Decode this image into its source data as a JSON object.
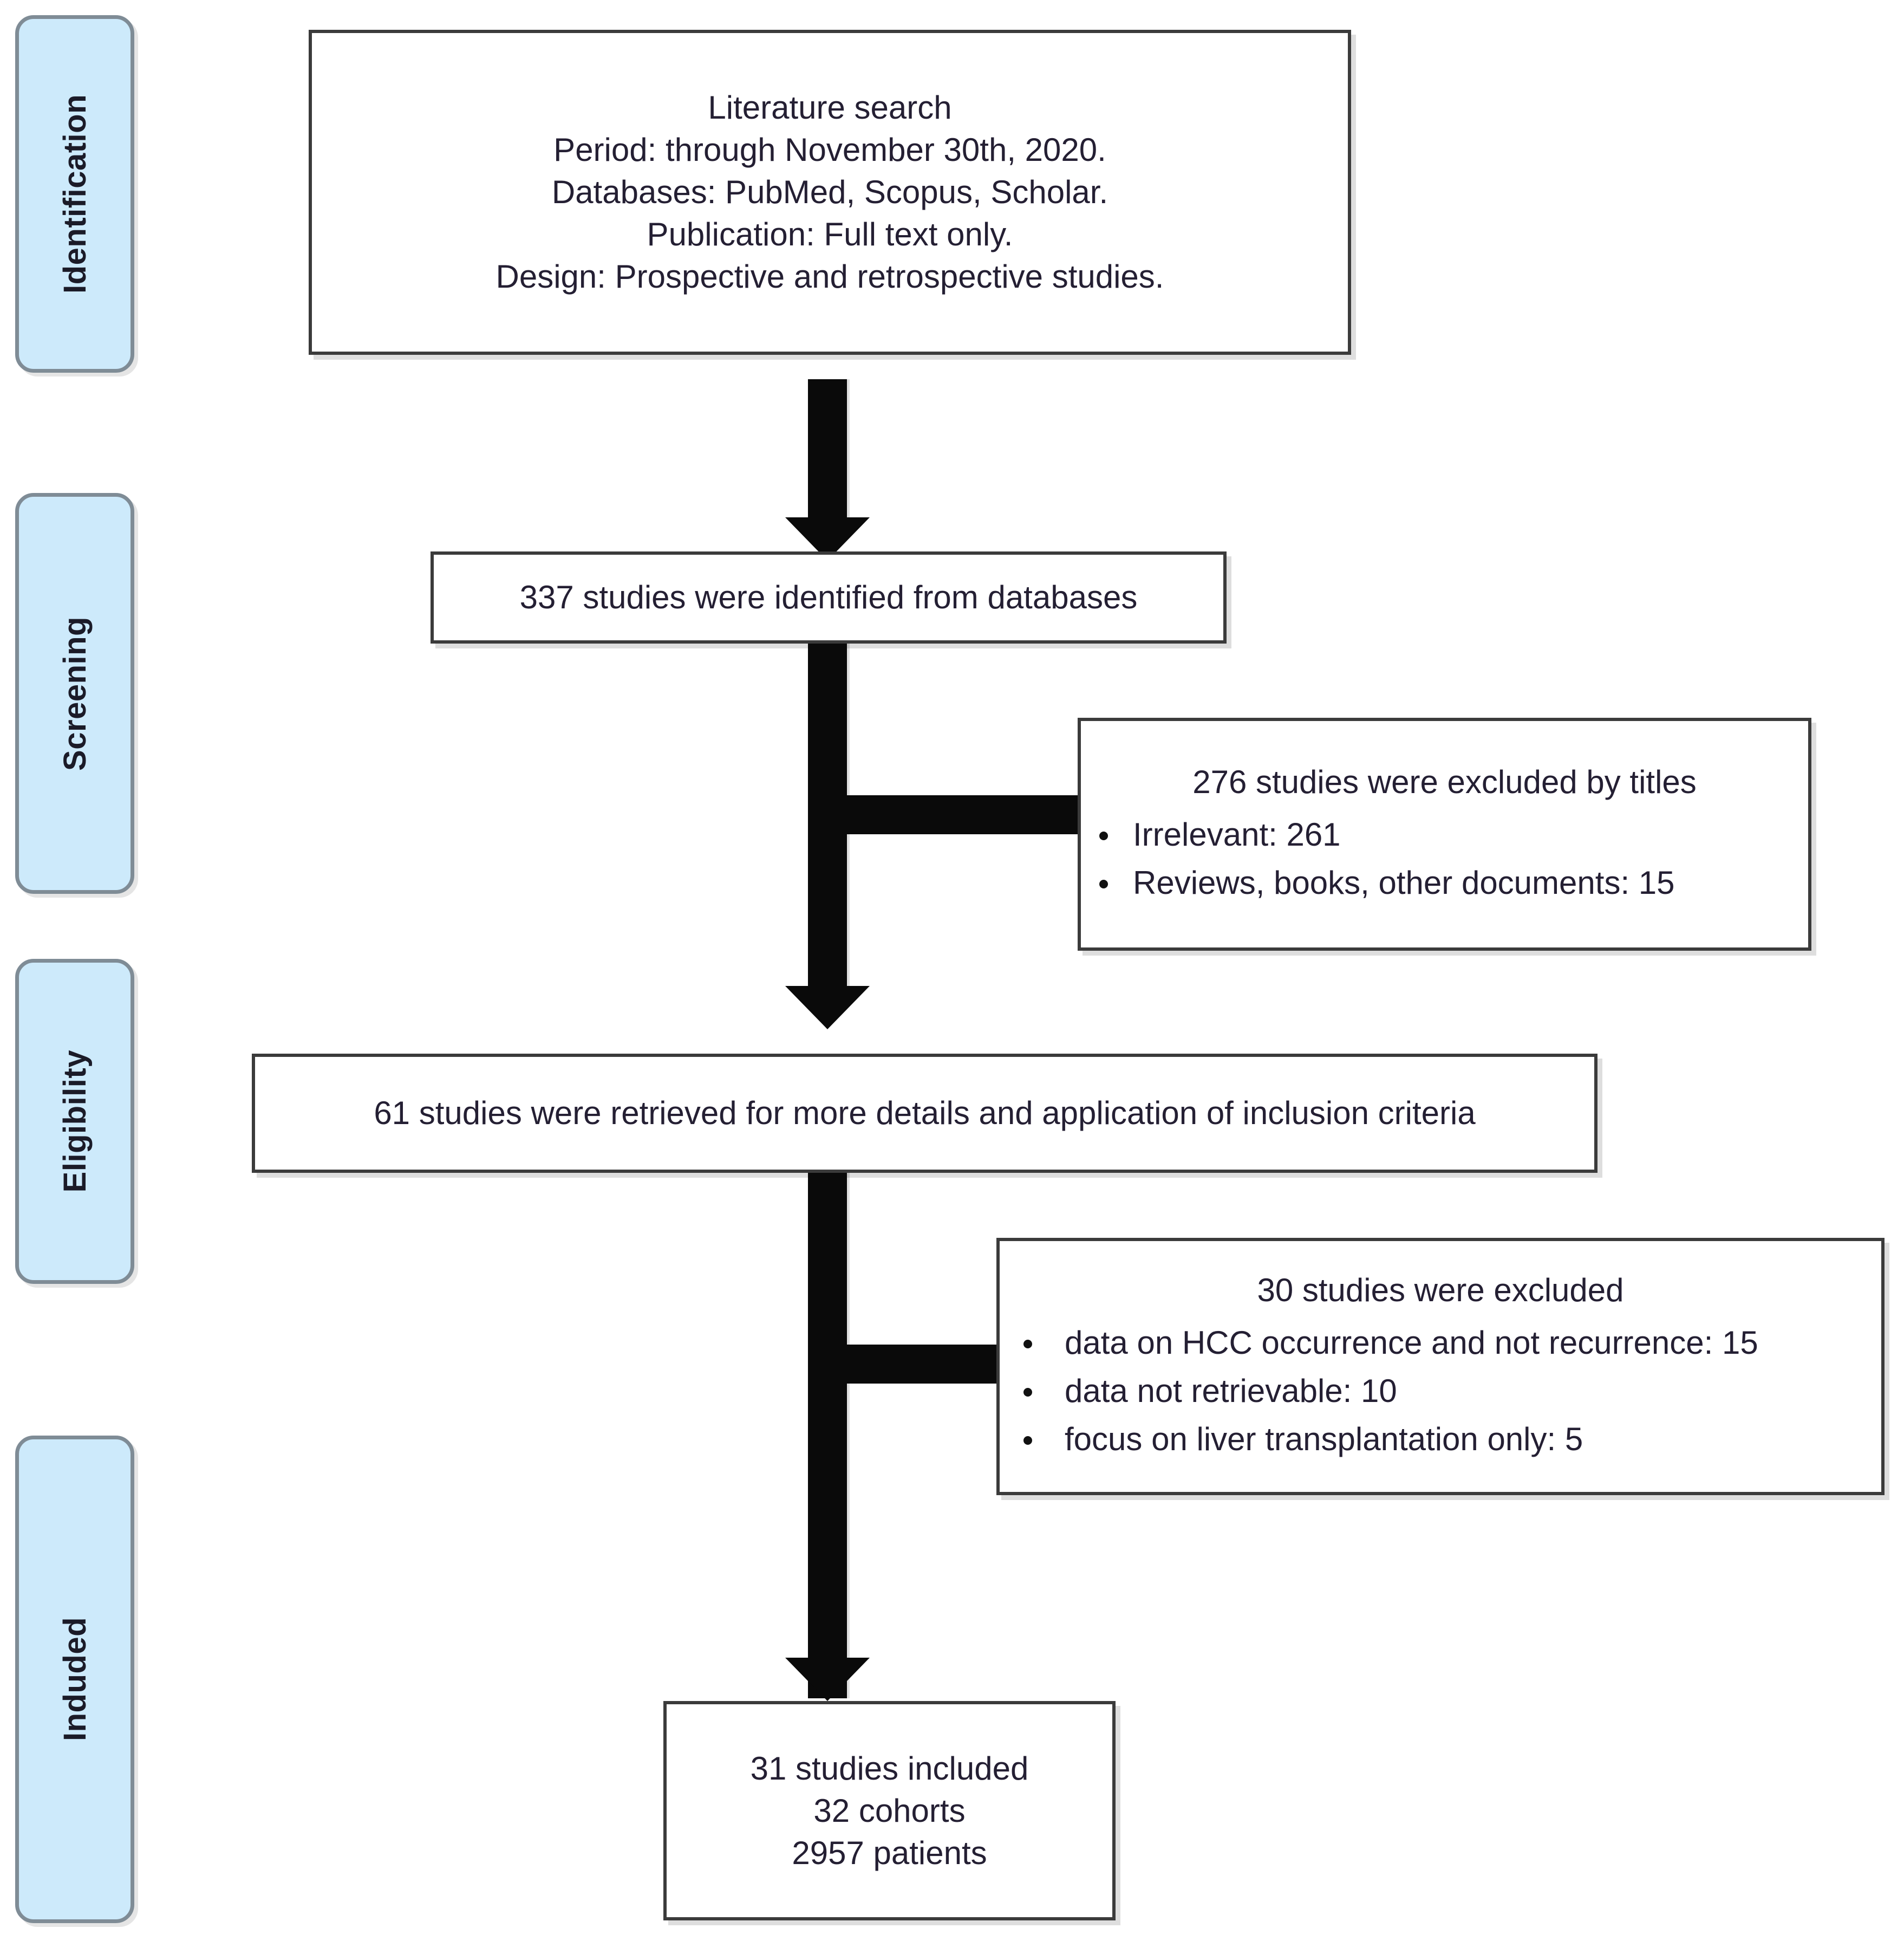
{
  "diagram": {
    "title": "PRISMA study selection flow diagram",
    "accent_blue": "#cdeafb",
    "border_gray": "#7f8c96",
    "box_border": "#3b3b3b",
    "arrow_color": "#0a0a0a"
  },
  "stages": [
    {
      "label": "Identification"
    },
    {
      "label": "Screening"
    },
    {
      "label": "Eligibility"
    },
    {
      "label": "Induded"
    }
  ],
  "boxes": {
    "search": {
      "lines": [
        "Literature search",
        "Period: through November 30th, 2020.",
        "Databases: PubMed, Scopus, Scholar.",
        "Publication: Full text only.",
        "Design: Prospective and retrospective studies."
      ]
    },
    "identified": {
      "text": "337 studies were identified from databases"
    },
    "excluded_titles": {
      "heading": "276 studies were excluded by titles",
      "bullets": [
        "Irrelevant: 261",
        "Reviews, books, other documents: 15"
      ]
    },
    "retrieved": {
      "text": "61 studies were retrieved for more details and application of inclusion criteria"
    },
    "excluded_fulltext": {
      "heading": "30   studies were excluded",
      "bullets": [
        "data on HCC occurrence and not recurrence: 15",
        "data not retrievable: 10",
        "focus on liver transplantation only: 5"
      ]
    },
    "included": {
      "lines": [
        "31 studies included",
        "32 cohorts",
        "2957 patients"
      ]
    }
  }
}
